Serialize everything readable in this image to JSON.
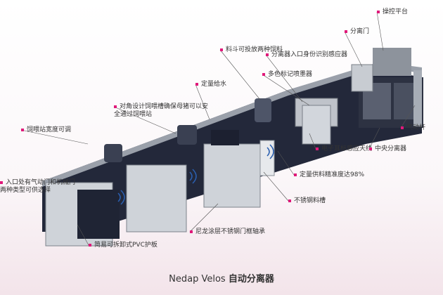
{
  "title": {
    "brand": "Nedap Velos",
    "suffix": "自动分离器"
  },
  "colors": {
    "accent": "#e0197a",
    "frame": "#2a2f3a",
    "panel": "#1e2330",
    "steel": "#b9bec6"
  },
  "callouts": [
    {
      "id": "control-platform",
      "text": "操控平台"
    },
    {
      "id": "separation-gate",
      "text": "分离门"
    },
    {
      "id": "hopper",
      "text": "料斗可投放两种饲料"
    },
    {
      "id": "separator-entry-sensor",
      "text": "分离器入口身份识别感应器"
    },
    {
      "id": "multicolor-sprayer",
      "text": "多色标记喷墨器"
    },
    {
      "id": "water-supply",
      "text": "定量给水"
    },
    {
      "id": "diagonal-trough",
      "text": "对角设计饲喂槽确保母猪可以安全通过饲喂站"
    },
    {
      "id": "station-width",
      "text": "饲喂站宽度可调"
    },
    {
      "id": "pneumatic-rod",
      "text": "气动杆"
    },
    {
      "id": "ear-tag-antenna",
      "text": "电子耳标感应天线"
    },
    {
      "id": "central-separator",
      "text": "中央分离器"
    },
    {
      "id": "feed-accuracy",
      "text": "定量供料精准度达98%"
    },
    {
      "id": "entrance-gate",
      "text": "入口处有气动门和机械门两种类型可供选择"
    },
    {
      "id": "steel-trough",
      "text": "不锈钢料槽"
    },
    {
      "id": "nylon-bearing",
      "text": "尼龙涂层不锈钢门框轴承"
    },
    {
      "id": "pvc-panel",
      "text": "简易可拆卸式PVC护板"
    }
  ]
}
